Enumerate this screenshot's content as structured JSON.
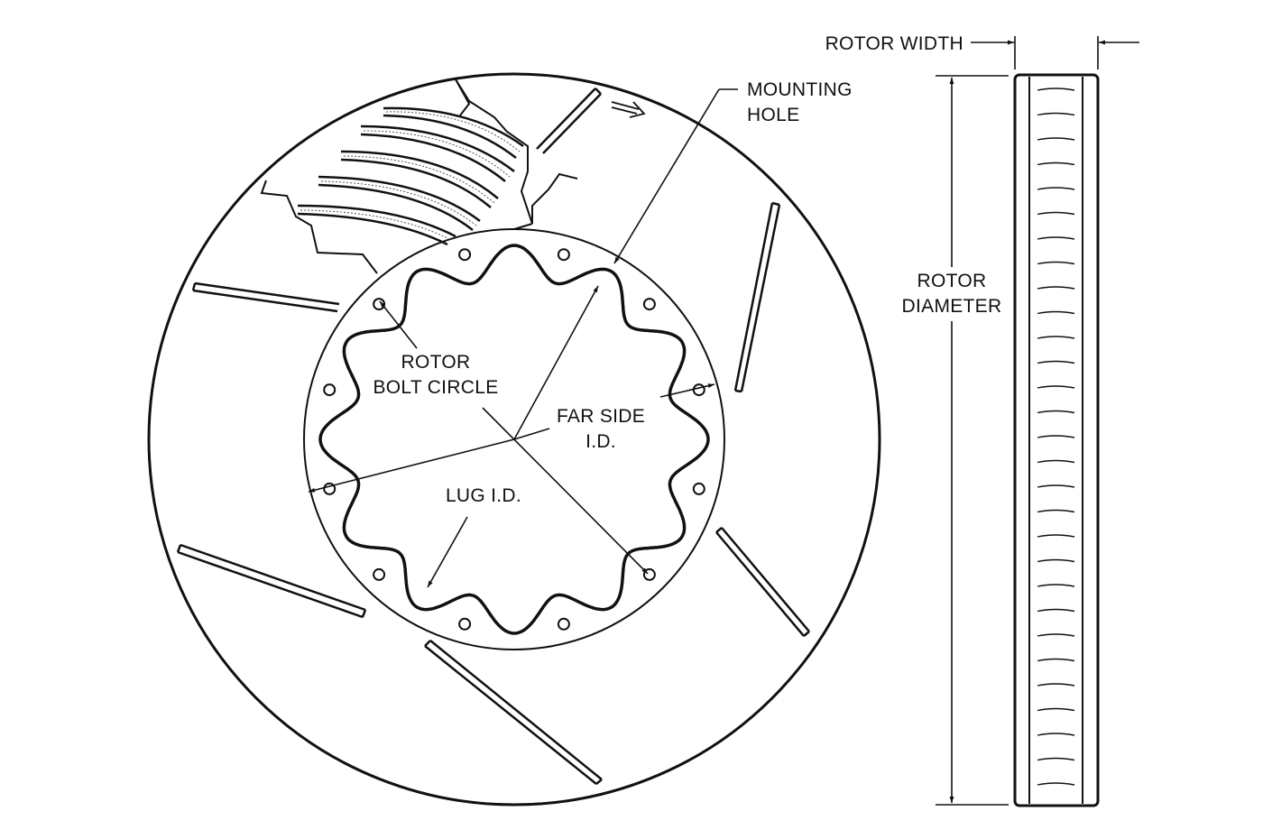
{
  "colors": {
    "line": "#111111",
    "background": "#ffffff",
    "web_hatch": "#555555"
  },
  "labels": {
    "rotor_width": "ROTOR WIDTH",
    "mounting_hole_1": "MOUNTING",
    "mounting_hole_2": "HOLE",
    "rotor_diameter_1": "ROTOR",
    "rotor_diameter_2": "DIAMETER",
    "bolt_circle_1": "ROTOR",
    "bolt_circle_2": "BOLT CIRCLE",
    "far_side_1": "FAR SIDE",
    "far_side_2": "I.D.",
    "lug_id": "LUG I.D."
  },
  "rotor": {
    "mounting_hole_count": 12,
    "lug_scallop_count": 12,
    "surface_slot_count": 6
  }
}
